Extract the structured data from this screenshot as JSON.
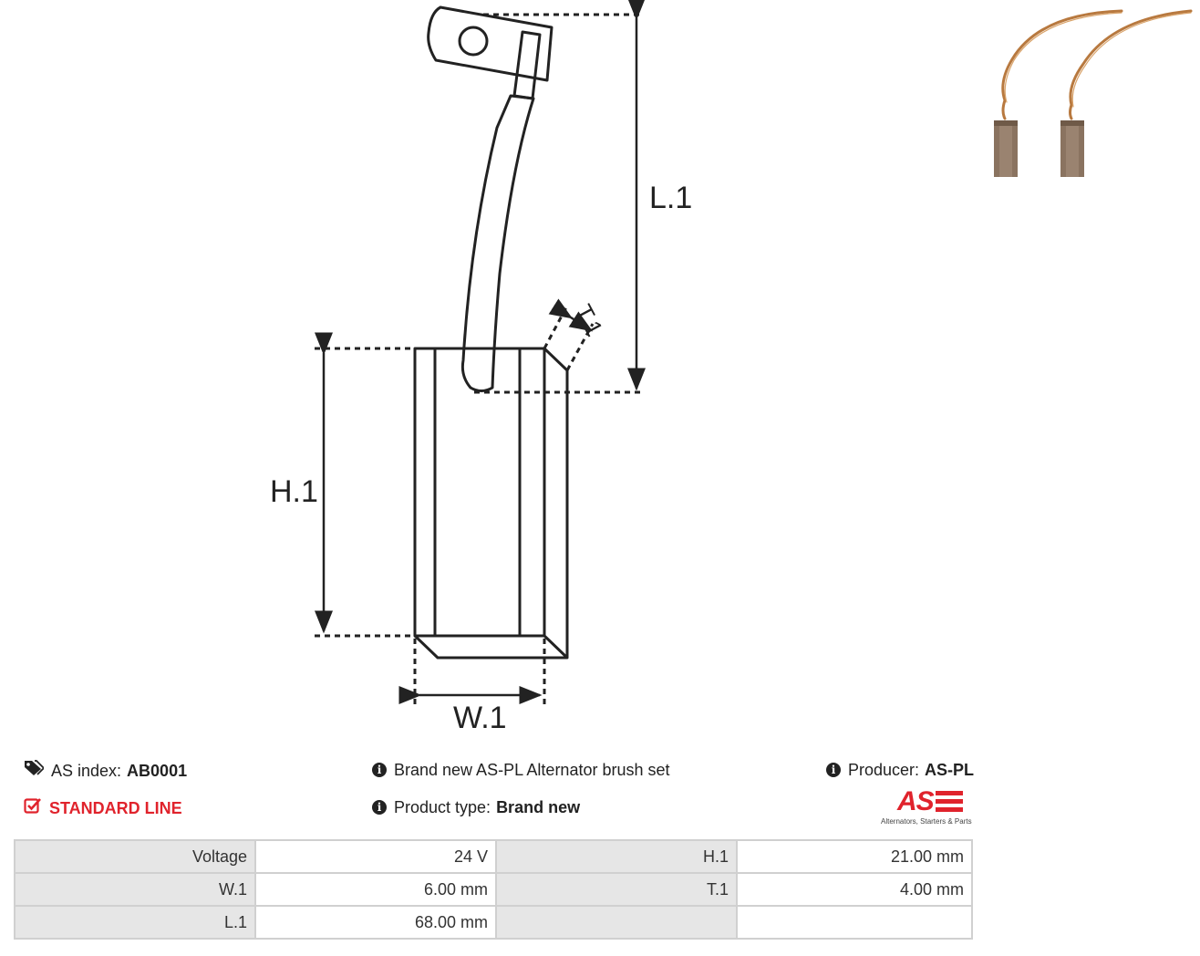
{
  "drawing": {
    "labels": {
      "l1": "L.1",
      "h1": "H.1",
      "w1": "W.1",
      "t1": "T.1"
    }
  },
  "info": {
    "as_index_label": "AS index:",
    "as_index_value": "AB0001",
    "line_label": "STANDARD LINE",
    "description": "Brand new AS-PL Alternator brush set",
    "product_type_label": "Product type:",
    "product_type_value": "Brand new",
    "producer_label": "Producer:",
    "producer_value": "AS-PL"
  },
  "logo": {
    "mark": "AS",
    "tagline": "Alternators, Starters & Parts"
  },
  "specs": {
    "rows": [
      {
        "k1": "Voltage",
        "v1": "24 V",
        "k2": "H.1",
        "v2": "21.00 mm"
      },
      {
        "k1": "W.1",
        "v1": "6.00 mm",
        "k2": "T.1",
        "v2": "4.00 mm"
      },
      {
        "k1": "L.1",
        "v1": "68.00 mm",
        "k2": "",
        "v2": ""
      }
    ]
  },
  "icons": {
    "tag": "tags-icon",
    "check": "check-square-icon",
    "info": "info-circle-icon"
  },
  "colors": {
    "accent_red": "#e0232c",
    "table_key_bg": "#e6e6e6",
    "table_border": "#d0d0d0"
  }
}
